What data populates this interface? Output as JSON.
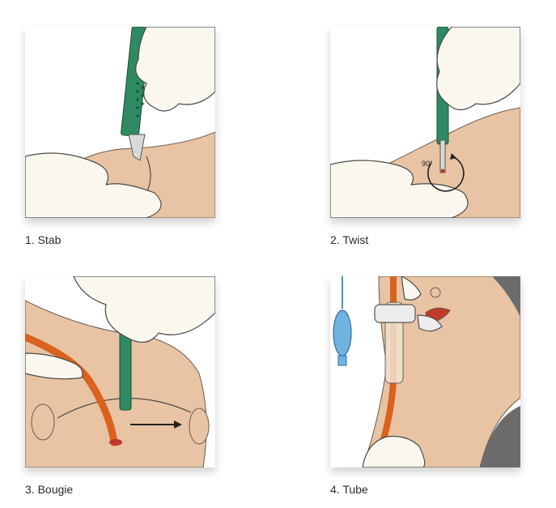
{
  "steps": [
    {
      "label": "1. Stab"
    },
    {
      "label": "2. Twist",
      "angle_label": "90°"
    },
    {
      "label": "3. Bougie"
    },
    {
      "label": "4. Tube"
    }
  ],
  "colors": {
    "skin": "#e8c4a4",
    "glove": "#faf7ee",
    "scalpel_green": "#2f8a63",
    "bougie_orange": "#d8621e",
    "cuff_blue": "#6fb3e0"
  }
}
